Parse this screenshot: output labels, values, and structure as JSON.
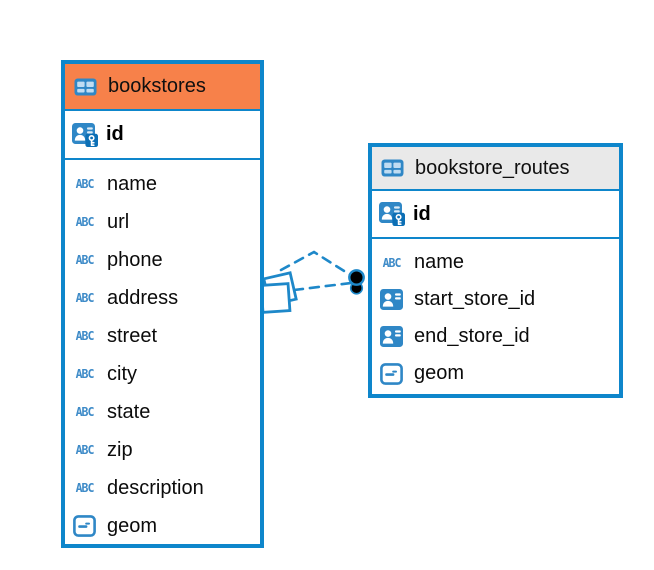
{
  "colors": {
    "table_border": "#0E86CB",
    "bookstores_header_bg": "#F7814A",
    "routes_header_bg": "#E9E9E9",
    "icon_blue": "#2F87C6",
    "icon_cell_light": "#BFDCF2",
    "abc_text_blue": "#3E8BC8",
    "relation_line_blue": "#1E88C9",
    "relation_dot_black": "#000000"
  },
  "icons": {
    "text_type_label": "ABC"
  },
  "tables": {
    "bookstores": {
      "title": "bookstores",
      "pk": {
        "label": "id"
      },
      "columns": [
        {
          "label": "name"
        },
        {
          "label": "url"
        },
        {
          "label": "phone"
        },
        {
          "label": "address"
        },
        {
          "label": "street"
        },
        {
          "label": "city"
        },
        {
          "label": "state"
        },
        {
          "label": "zip"
        },
        {
          "label": "description"
        },
        {
          "label": "geom"
        }
      ]
    },
    "routes": {
      "title": "bookstore_routes",
      "pk": {
        "label": "id"
      },
      "columns": [
        {
          "label": "name"
        },
        {
          "label": "start_store_id"
        },
        {
          "label": "end_store_id"
        },
        {
          "label": "geom"
        }
      ]
    }
  }
}
